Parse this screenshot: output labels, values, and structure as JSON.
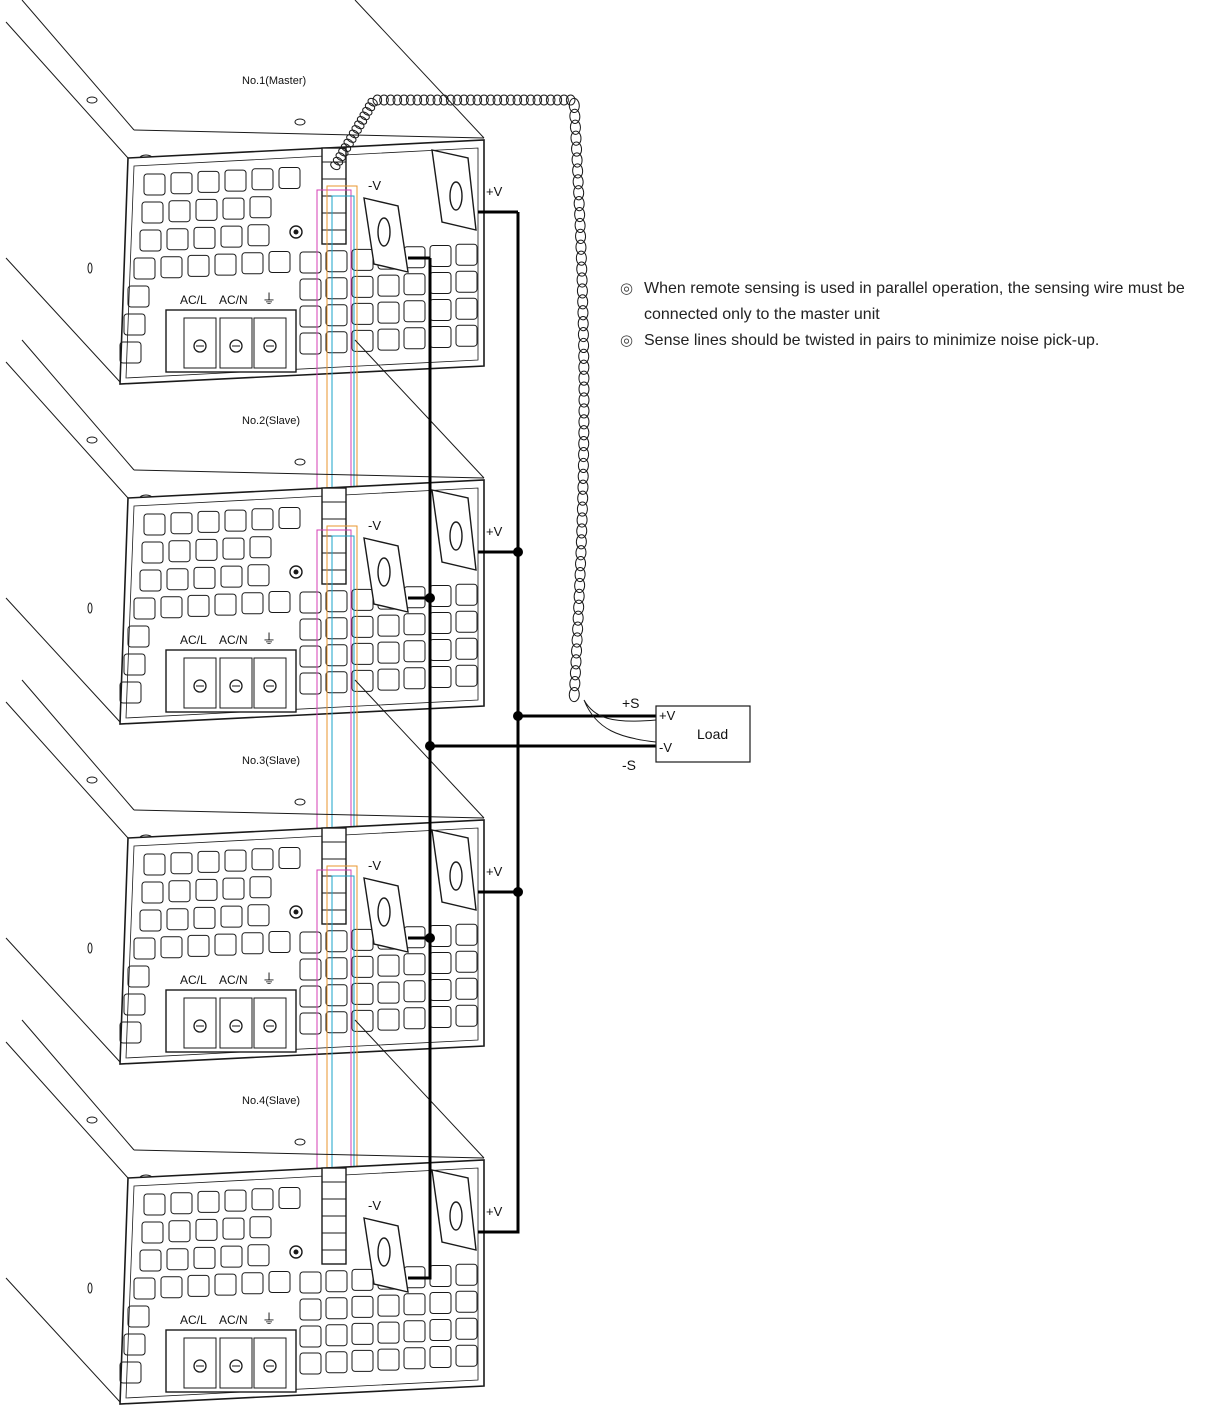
{
  "units": [
    {
      "title": "No.1(Master)"
    },
    {
      "title": "No.2(Slave)"
    },
    {
      "title": "No.3(Slave)"
    },
    {
      "title": "No.4(Slave)"
    }
  ],
  "terminal_labels": {
    "acl": "AC/L",
    "acn": "AC/N",
    "gnd": "⏚",
    "neg": "-V",
    "pos": "+V"
  },
  "load": {
    "label": "Load",
    "pos": "+V",
    "neg": "-V",
    "sense_pos": "+S",
    "sense_neg": "-S"
  },
  "notes": [
    {
      "bullet": "◎",
      "text": "When remote sensing is used in parallel operation, the sensing wire must be connected only to the master unit"
    },
    {
      "bullet": "◎",
      "text": "Sense lines should be twisted in pairs to minimize noise pick-up."
    }
  ],
  "colors": {
    "line": "#1a1a1a",
    "bus": "#000000",
    "magenta": "#d63fb5",
    "cyan": "#1aa3c9",
    "orange": "#e8952e"
  }
}
